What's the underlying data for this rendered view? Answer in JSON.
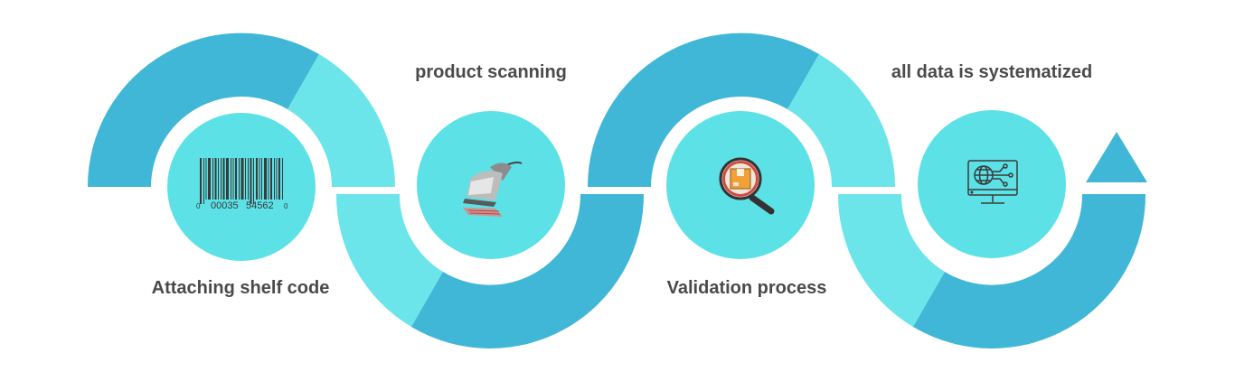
{
  "steps": [
    {
      "label": "Attaching shelf code",
      "icon": "barcode-icon",
      "barcode_digits": {
        "lead": "0",
        "left": "00035",
        "right": "54562",
        "tail": "0"
      }
    },
    {
      "label": "product scanning",
      "icon": "barcode-scanner-icon"
    },
    {
      "label": "Validation process",
      "icon": "magnifier-package-icon"
    },
    {
      "label": "all data is systematized",
      "icon": "network-monitor-icon"
    }
  ],
  "colors": {
    "dark_band": "#40B7D6",
    "light_band": "#6BE5EA",
    "circle": "#5CE1E6",
    "text": "#4A4A4A",
    "icon_stroke": "#3A3A3A"
  }
}
